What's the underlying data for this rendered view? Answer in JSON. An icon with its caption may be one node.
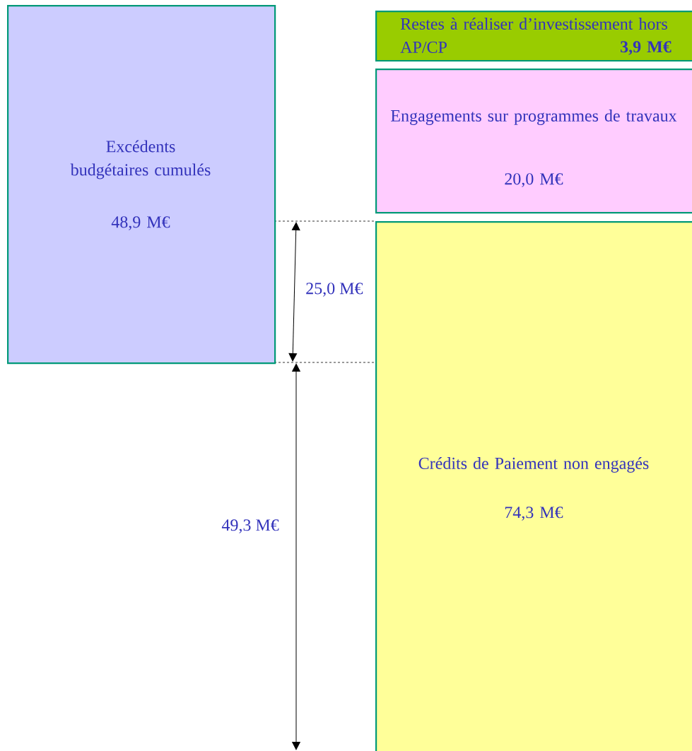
{
  "diagram": {
    "nodes": [
      {
        "text": [
          "Excédents budgétaires cumulés",
          "48,9 M€"
        ]
      },
      {
        "text": [
          "Restes à réaliser d’investissement hors AP/CP",
          "3,9 M€"
        ]
      },
      {
        "text": [
          "Engagements sur programmes de travaux",
          "20,0 M€"
        ]
      },
      {
        "text": [
          "Crédits de Paiement non engagés",
          "74,3 M€"
        ]
      }
    ],
    "labels": [
      "25,0 M€",
      "49,3 M€"
    ]
  }
}
